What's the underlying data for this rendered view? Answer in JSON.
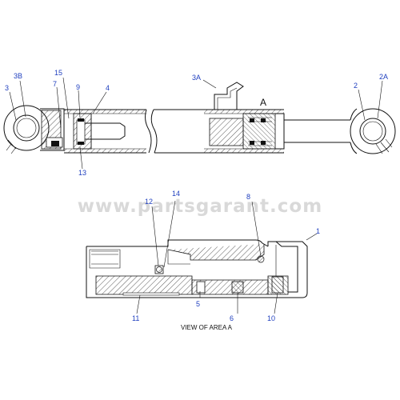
{
  "watermark": "www.partsgarant.com",
  "marker": "A",
  "caption": "VIEW OF AREA A",
  "callouts": {
    "c1": "1",
    "c2": "2",
    "c2A": "2A",
    "c3": "3",
    "c3A": "3A",
    "c3B": "3B",
    "c4": "4",
    "c5": "5",
    "c6": "6",
    "c7": "7",
    "c8": "8",
    "c9": "9",
    "c10": "10",
    "c11": "11",
    "c12": "12",
    "c13": "13",
    "c14": "14",
    "c15": "15"
  },
  "colors": {
    "callout": "#1f3fbf",
    "line": "#111111",
    "watermark": "#d9d9d9"
  }
}
